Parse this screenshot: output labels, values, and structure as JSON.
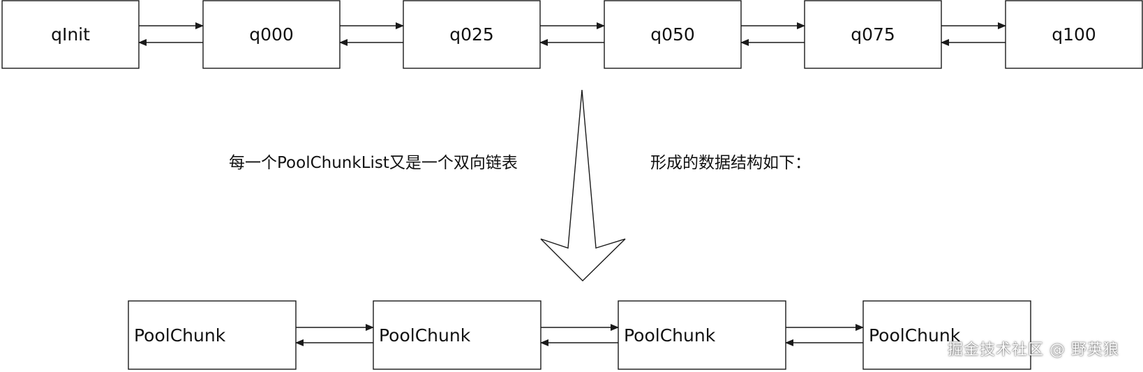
{
  "top_list": {
    "nodes": [
      "qInit",
      "q000",
      "q025",
      "q050",
      "q075",
      "q100"
    ]
  },
  "captions": {
    "left": "每一个PoolChunkList又是一个双向链表",
    "right": "形成的数据结构如下："
  },
  "bottom_list": {
    "nodes": [
      "PoolChunk",
      "PoolChunk",
      "PoolChunk",
      "PoolChunk"
    ]
  },
  "watermark": "掘金技术社区 @ 野英狼"
}
